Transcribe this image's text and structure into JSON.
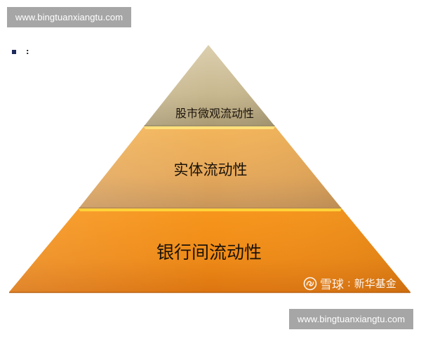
{
  "watermarks": {
    "top": "www.bingtuanxiangtu.com",
    "bottom": "www.bingtuanxiangtu.com"
  },
  "bullet": {
    "icon": "square-bullet-icon",
    "text": ":"
  },
  "pyramid": {
    "tiers": [
      {
        "level": "top",
        "label": "股市微观流动性",
        "color": "#c9b896"
      },
      {
        "level": "middle",
        "label": "实体流动性",
        "color": "#e8a94c"
      },
      {
        "level": "bottom",
        "label": "银行间流动性",
        "color": "#f08c19"
      }
    ]
  },
  "credit": {
    "logo": "xueqiu-logo-icon",
    "platform": "雪球",
    "separator": ":",
    "author": "新华基金"
  }
}
